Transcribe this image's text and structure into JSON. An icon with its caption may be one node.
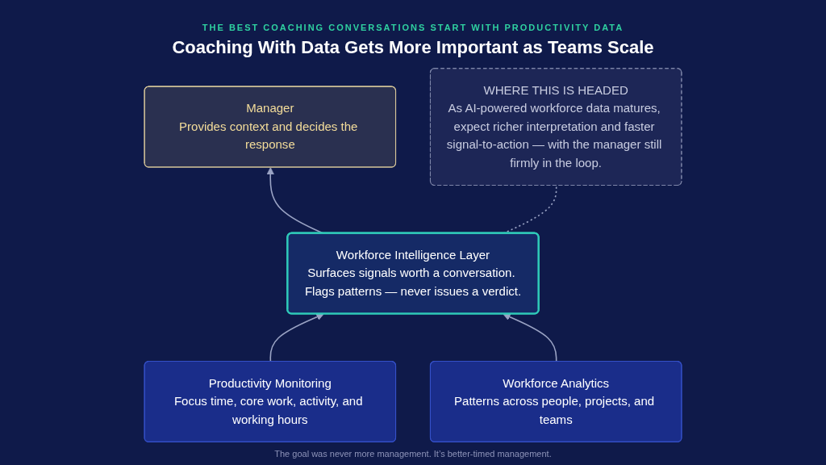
{
  "diagram": {
    "title": "Coaching With Data Gets More Important as Teams Scale",
    "caption": "The goal was never more management. It’s better-timed management.",
    "nodes": [
      {
        "text": [
          "Manager",
          "Provides context and decides the response"
        ]
      },
      {
        "text": [
          "Workforce Intelligence Layer",
          "Surfaces signals worth a conversation. Flags patterns — never issues a verdict."
        ]
      },
      {
        "text": [
          "WHERE THIS IS HEADED",
          "As AI-powered workforce data matures, expect richer interpretation and faster signal-to-action — with the manager still firmly in the loop."
        ]
      },
      {
        "text": [
          "Productivity Monitoring",
          "Focus time, core work, activity, and working hours"
        ]
      },
      {
        "text": [
          "Workforce Analytics",
          "Patterns across people, projects, and teams"
        ]
      }
    ],
    "edges": [
      {
        "from": 1,
        "to": 0,
        "arrow": "to"
      },
      {
        "from": 3,
        "to": 1,
        "arrow": "to"
      },
      {
        "from": 4,
        "to": 1,
        "arrow": "to"
      },
      {
        "from": 1,
        "to": 2,
        "arrow": "none",
        "style": "dashed"
      }
    ],
    "labels": [
      "THE BEST COACHING CONVERSATIONS START WITH PRODUCTIVITY DATA"
    ]
  }
}
